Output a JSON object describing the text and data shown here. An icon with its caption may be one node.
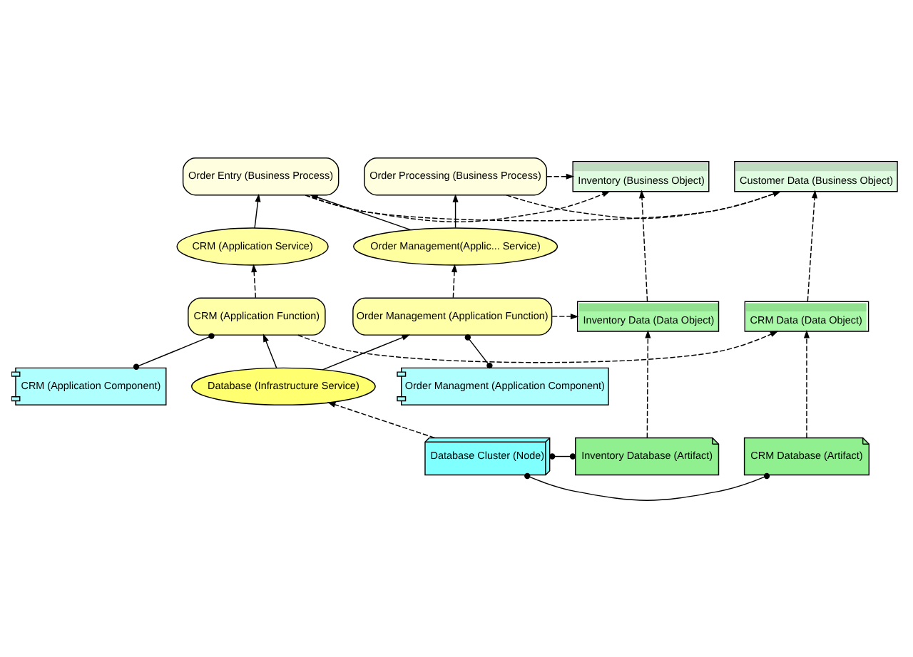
{
  "diagram": {
    "nodes": [
      {
        "text": [
          "Customer Data (Business Object)"
        ]
      },
      {
        "text": [
          "Order Entry (Business Process)"
        ]
      },
      {
        "text": [
          "Order Processing (Business Process)"
        ]
      },
      {
        "text": [
          "Inventory (Business Object)"
        ]
      },
      {
        "text": [
          "CRM (Application Service)"
        ]
      },
      {
        "text": [
          "Order Management(Applic... Service)"
        ]
      },
      {
        "text": [
          "CRM Data (Data Object)"
        ]
      },
      {
        "text": [
          "CRM (Application Function)"
        ]
      },
      {
        "text": [
          "Order Management (Application Function)"
        ]
      },
      {
        "text": [
          "Inventory Data (Data Object)"
        ]
      },
      {
        "text": [
          "CRM (Application Component)"
        ]
      },
      {
        "text": [
          "Order Managment (Application Component)"
        ]
      },
      {
        "text": [
          "Database (Infrastructure Service)"
        ]
      },
      {
        "text": [
          "CRM Database (Artifact)"
        ]
      },
      {
        "text": [
          "Database Cluster (Node)"
        ]
      },
      {
        "text": [
          "Inventory Database (Artifact)"
        ]
      }
    ],
    "edges": [
      {
        "from": 1,
        "to": 0,
        "arrow": "to",
        "style": "dashed"
      },
      {
        "from": 2,
        "to": 0,
        "arrow": "to",
        "style": "dashed"
      },
      {
        "from": 1,
        "to": 3,
        "arrow": "to",
        "style": "dashed"
      },
      {
        "from": 2,
        "to": 3,
        "arrow": "to",
        "style": "dashed"
      },
      {
        "from": 4,
        "to": 1,
        "arrow": "to"
      },
      {
        "from": 5,
        "to": 1,
        "arrow": "to"
      },
      {
        "from": 5,
        "to": 2,
        "arrow": "to"
      },
      {
        "from": 6,
        "to": 0,
        "arrow": "to",
        "style": "dashed"
      },
      {
        "from": 9,
        "to": 3,
        "arrow": "to",
        "style": "dashed"
      },
      {
        "from": 7,
        "to": 4,
        "arrow": "to",
        "style": "dashed"
      },
      {
        "from": 8,
        "to": 5,
        "arrow": "to",
        "style": "dashed"
      },
      {
        "from": 7,
        "to": 6,
        "arrow": "to",
        "style": "dashed"
      },
      {
        "from": 8,
        "to": 9,
        "arrow": "to",
        "style": "dashed"
      },
      {
        "from": 10,
        "to": 7,
        "arrow": "other"
      },
      {
        "from": 11,
        "to": 8,
        "arrow": "other"
      },
      {
        "from": 12,
        "to": 7,
        "arrow": "to"
      },
      {
        "from": 12,
        "to": 8,
        "arrow": "to"
      },
      {
        "from": 14,
        "to": 12,
        "arrow": "to",
        "style": "dashed"
      },
      {
        "from": 13,
        "to": 6,
        "arrow": "to",
        "style": "dashed"
      },
      {
        "from": 15,
        "to": 9,
        "arrow": "to",
        "style": "dashed"
      },
      {
        "from": 14,
        "to": 13,
        "arrow": "other"
      },
      {
        "from": 14,
        "to": 15,
        "arrow": "other"
      }
    ]
  }
}
